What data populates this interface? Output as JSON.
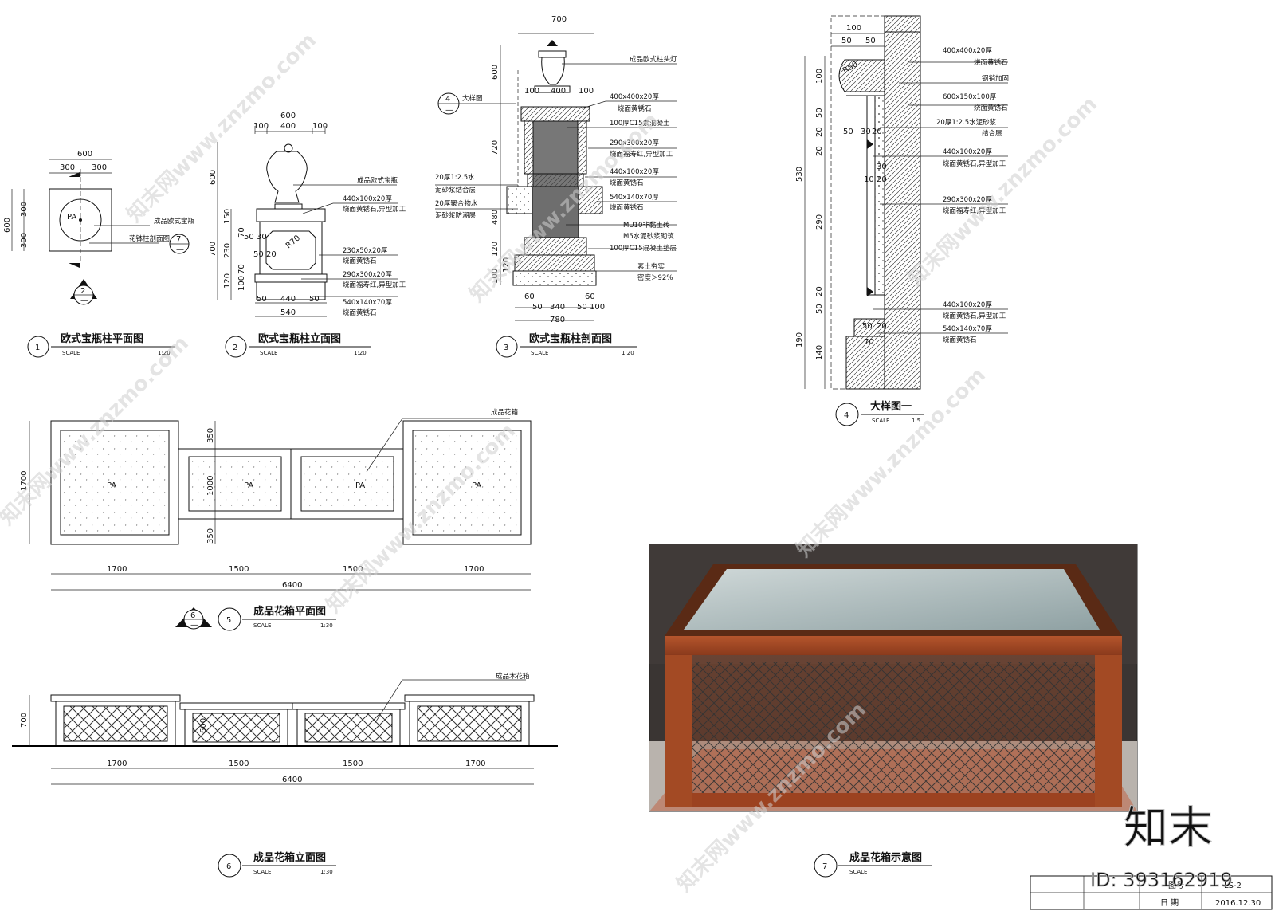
{
  "drawings": [
    {
      "num": "1",
      "title": "欧式宝瓶柱平面图",
      "scale_label": "SCALE",
      "scale": "1:20"
    },
    {
      "num": "2",
      "title": "欧式宝瓶柱立面图",
      "scale_label": "SCALE",
      "scale": "1:20"
    },
    {
      "num": "3",
      "title": "欧式宝瓶柱剖面图",
      "scale_label": "SCALE",
      "scale": "1:20"
    },
    {
      "num": "4",
      "title": "大样图一",
      "scale_label": "SCALE",
      "scale": "1:5"
    },
    {
      "num": "5",
      "title": "成品花箱平面图",
      "scale_label": "SCALE",
      "scale": "1:30"
    },
    {
      "num": "6",
      "title": "成品花箱立面图",
      "scale_label": "SCALE",
      "scale": "1:30"
    },
    {
      "num": "7",
      "title": "成品花箱示意图",
      "scale_label": "SCALE",
      "scale": ""
    }
  ],
  "d1": {
    "dims": [
      "600",
      "300",
      "300",
      "600",
      "300",
      "300"
    ],
    "pa": "PA",
    "section_ref": {
      "num": "2",
      "sheet": "—"
    },
    "callouts": [
      {
        "text": "成品欧式宝瓶"
      },
      {
        "text": "花钵柱剖面图",
        "ref_num": "7",
        "ref_sheet": "—"
      }
    ]
  },
  "d2": {
    "top_dims": [
      "600",
      "100",
      "400",
      "100"
    ],
    "left_dims": [
      "600",
      "700",
      "150",
      "70",
      "230",
      "70",
      "120",
      "100"
    ],
    "inner_dims": [
      "50",
      "30",
      "50",
      "20",
      "R70"
    ],
    "bottom_dims": [
      "50",
      "440",
      "50",
      "540"
    ],
    "notes": [
      "成品欧式宝瓶",
      "440x100x20厚",
      "烧面黄锈石,异型加工",
      "230x50x20厚",
      "烧面黄锈石",
      "290x300x20厚",
      "烧面福寿红,异型加工",
      "540x140x70厚",
      "烧面黄锈石"
    ]
  },
  "d3": {
    "top_dim": "700",
    "head_dims": [
      "100",
      "400",
      "100"
    ],
    "left_dims": [
      "600",
      "720",
      "480",
      "120",
      "120",
      "100"
    ],
    "bottom_dims": [
      "60",
      "50",
      "340",
      "50",
      "60",
      "100",
      "780"
    ],
    "detail_ref": {
      "num": "4",
      "label": "大样图",
      "sheet": "—"
    },
    "left_notes": [
      "20厚1:2.5水",
      "泥砂浆结合层",
      "20厚聚合物水",
      "泥砂浆防潮层"
    ],
    "notes": [
      "成品欧式柱头灯",
      "400x400x20厚",
      "烧面黄锈石",
      "100厚C15素混凝土",
      "290x300x20厚",
      "烧面福寿红,异型加工",
      "440x100x20厚",
      "烧面黄锈石",
      "540x140x70厚",
      "烧面黄锈石",
      "MU10非黏土砖",
      "M5水泥砂浆砌筑",
      "100厚C15混凝土垫层",
      "素土夯实",
      "密度＞92%"
    ]
  },
  "d4": {
    "top_dims": [
      "100",
      "50",
      "50",
      "50",
      "30",
      "20"
    ],
    "left_dims": [
      "100",
      "50",
      "20",
      "20",
      "530",
      "290",
      "20",
      "50",
      "190",
      "140"
    ],
    "inner_dims": [
      "R50",
      "30",
      "10",
      "20",
      "50",
      "20",
      "70"
    ],
    "notes": [
      "400x400x20厚",
      "烧面黄锈石",
      "钢销加固",
      "600x150x100厚",
      "烧面黄锈石",
      "20厚1:2.5水泥砂浆",
      "结合层",
      "440x100x20厚",
      "烧面黄锈石,异型加工",
      "290x300x20厚",
      "烧面福寿红,异型加工",
      "440x100x20厚",
      "烧面黄锈石,异型加工",
      "540x140x70厚",
      "烧面黄锈石"
    ]
  },
  "d5": {
    "callout": "成品花箱",
    "left_dim": "1700",
    "mid_dims": [
      "350",
      "1000",
      "350"
    ],
    "pa_labels": [
      "PA",
      "PA",
      "PA",
      "PA"
    ],
    "bottom_dims": [
      "1700",
      "1500",
      "1500",
      "1700"
    ],
    "total": "6400",
    "elev_ref": {
      "num": "6",
      "sheet": "—"
    }
  },
  "d6": {
    "callout": "成品木花箱",
    "left_dim": "700",
    "mid_dim": "600",
    "bottom_dims": [
      "1700",
      "1500",
      "1500",
      "1700"
    ],
    "total": "6400"
  },
  "title_block": {
    "row1_label": "图号",
    "row1_value": "LS-2",
    "date_label": "日 期",
    "date_value": "2016.12.30"
  },
  "watermarks": {
    "site": "知末网www.znzmo.com",
    "brand": "知末",
    "id": "ID: 393162919"
  }
}
